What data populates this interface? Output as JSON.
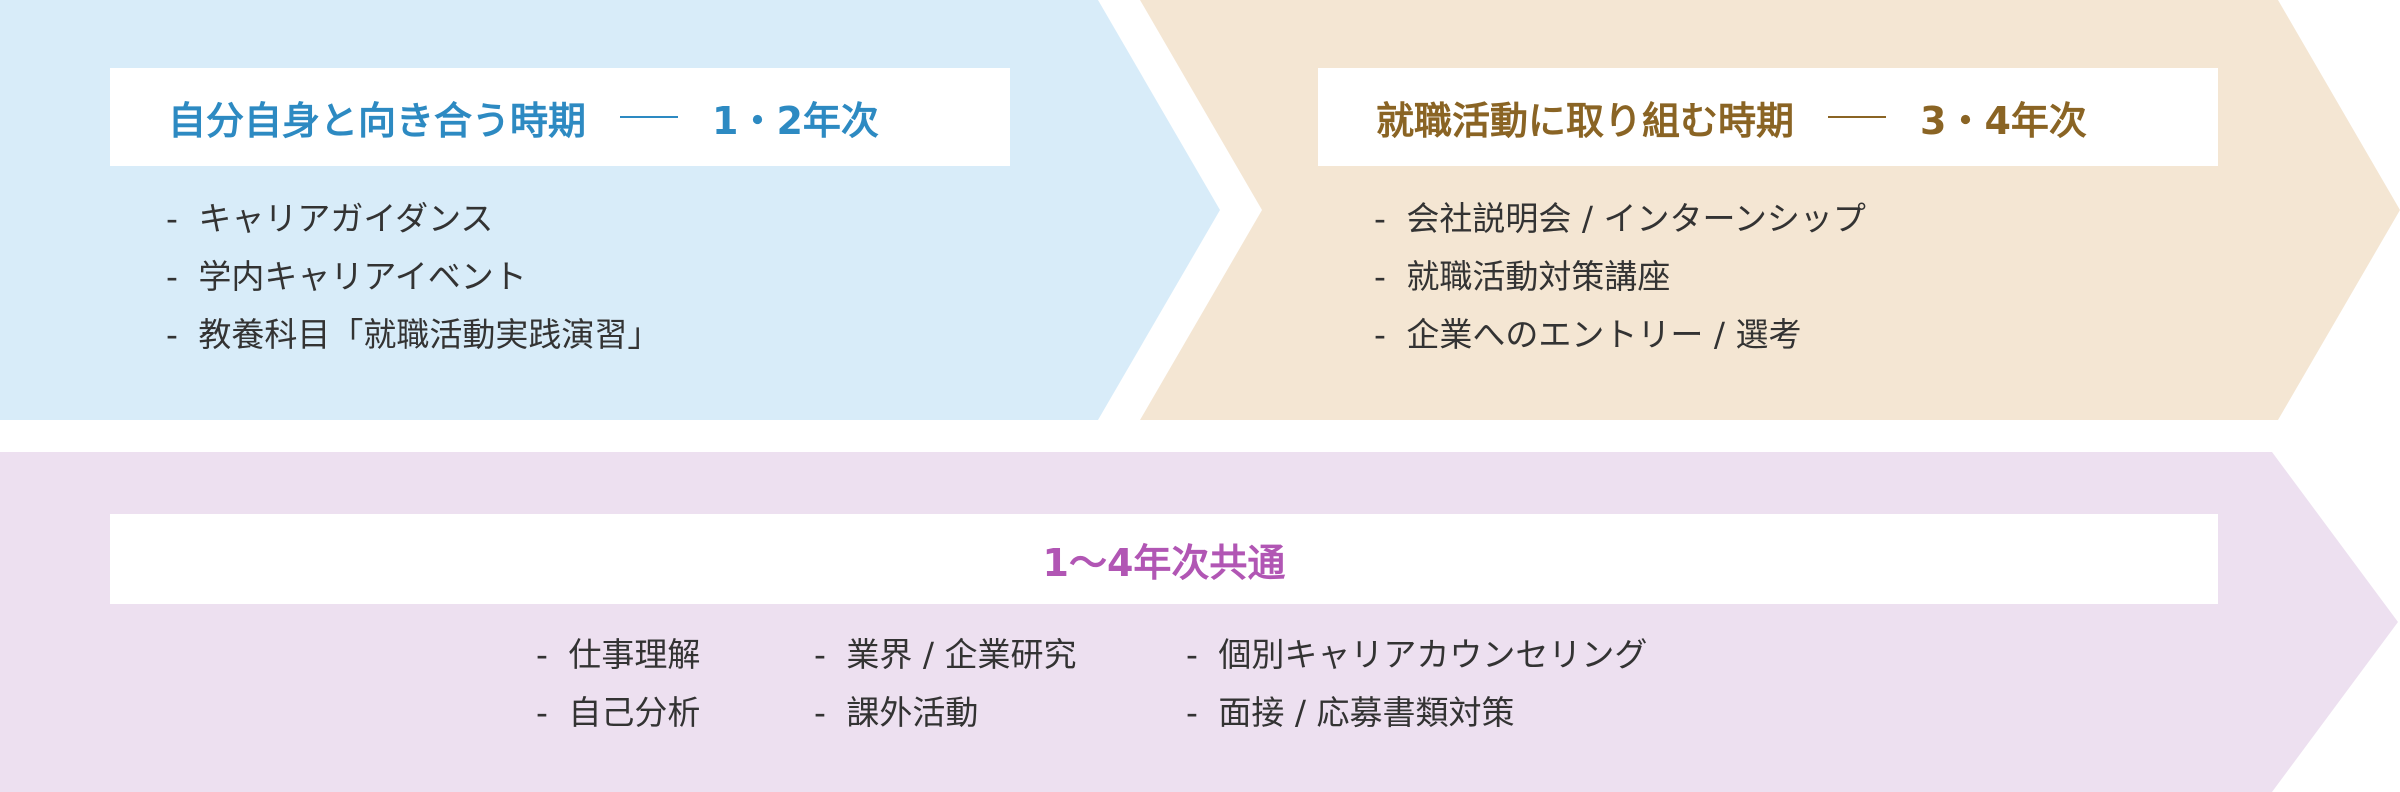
{
  "colors": {
    "blue_bg": "#d8ecf9",
    "blue_text": "#2d8ac2",
    "beige_bg": "#f4e6d3",
    "brown_text": "#8a6424",
    "purple_bg": "#ede0f0",
    "purple_text": "#b156b4"
  },
  "phase1": {
    "title": "自分自身と向き合う時期",
    "years": "1・2年次",
    "items": [
      "キャリアガイダンス",
      "学内キャリアイベント",
      "教養科目「就職活動実践演習」"
    ]
  },
  "phase2": {
    "title": "就職活動に取り組む時期",
    "years": "3・4年次",
    "items": [
      "会社説明会 / インターンシップ",
      "就職活動対策講座",
      "企業へのエントリー / 選考"
    ]
  },
  "common": {
    "title": "1〜4年次共通",
    "columns": [
      [
        "仕事理解",
        "自己分析"
      ],
      [
        "業界 / 企業研究",
        "課外活動"
      ],
      [
        "個別キャリアカウンセリング",
        "面接 / 応募書類対策"
      ]
    ]
  }
}
